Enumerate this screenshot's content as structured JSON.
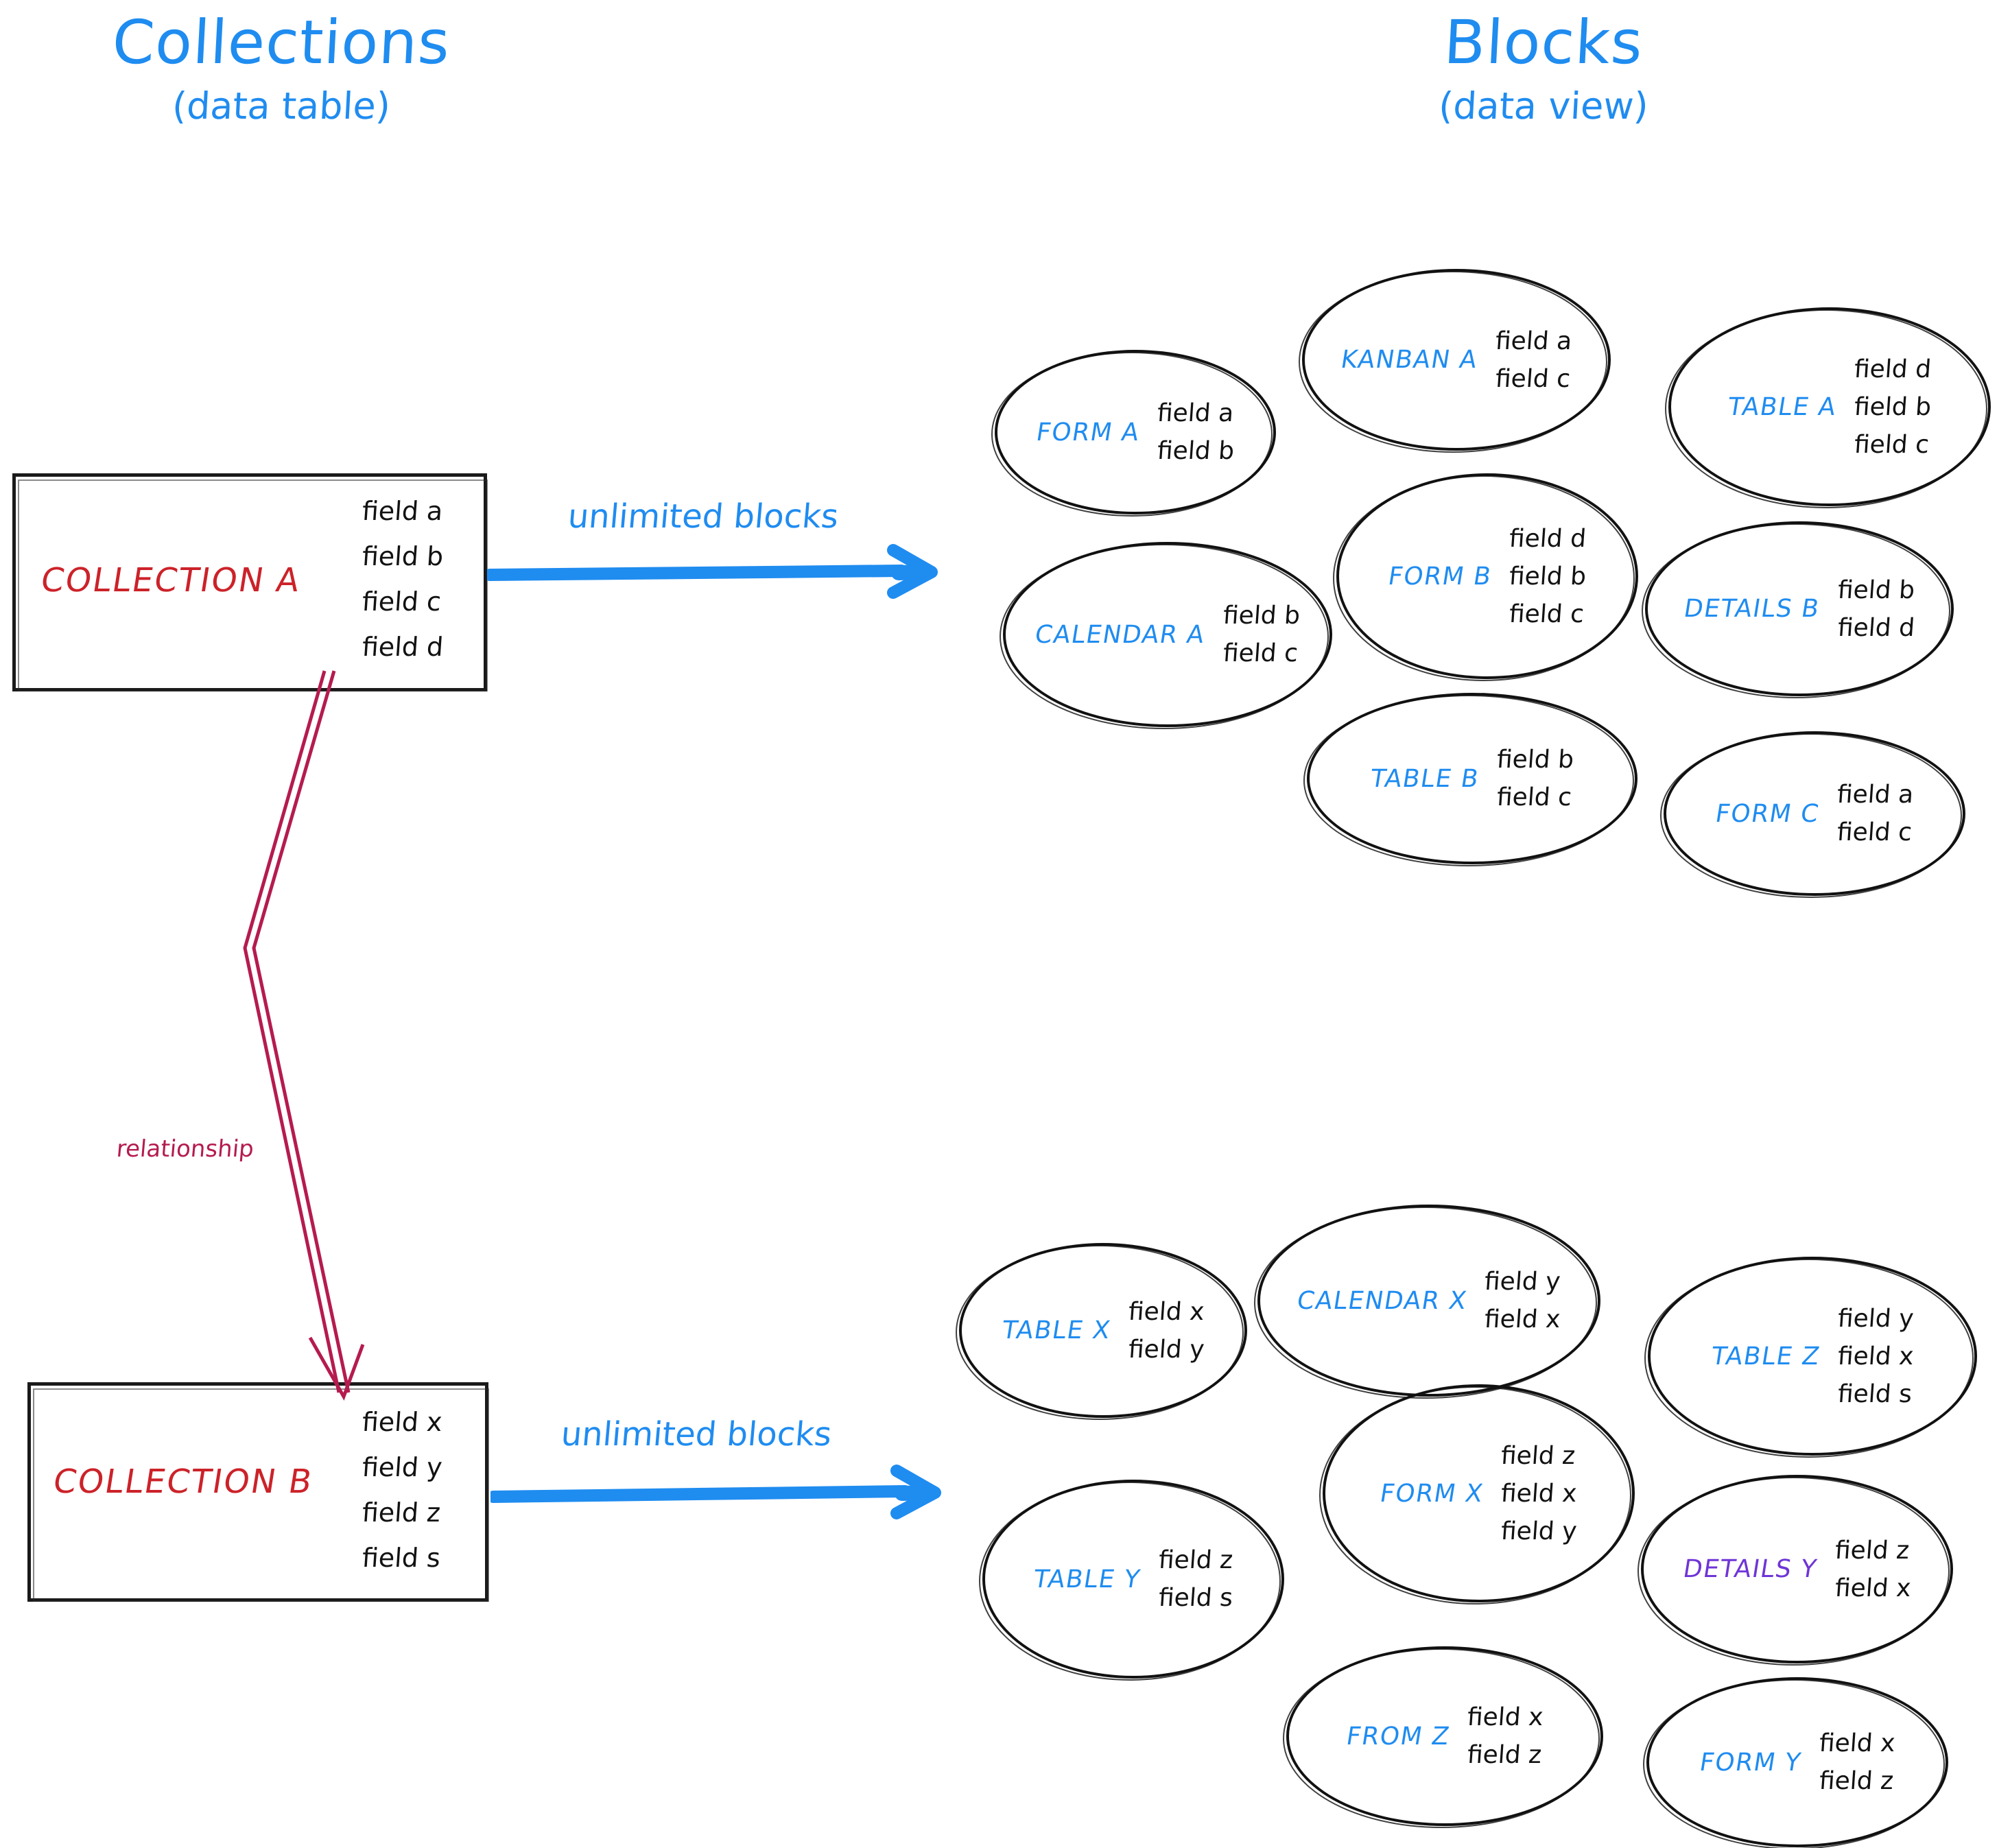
{
  "headings": {
    "left": {
      "main": "Collections",
      "sub": "(data table)"
    },
    "right": {
      "main": "Blocks",
      "sub": "(data view)"
    }
  },
  "colors": {
    "accent_blue": "#1f8cf0",
    "collection_red": "#cc2229",
    "relationship_crimson": "#b51b4f",
    "details_purple": "#6f35d6",
    "stroke_black": "#111111",
    "background": "#ffffff"
  },
  "collections": [
    {
      "id": "collection-a",
      "name": "COLLECTION A",
      "fields": [
        "field a",
        "field b",
        "field c",
        "field d"
      ]
    },
    {
      "id": "collection-b",
      "name": "COLLECTION B",
      "fields": [
        "field x",
        "field y",
        "field z",
        "field s"
      ]
    }
  ],
  "arrows": [
    {
      "id": "arrow-top",
      "label": "unlimited blocks"
    },
    {
      "id": "arrow-bottom",
      "label": "unlimited blocks"
    }
  ],
  "relationship": {
    "label": "relationship"
  },
  "block_groups": [
    {
      "id": "blocks-a",
      "source": "COLLECTION A",
      "blocks": [
        {
          "name": "FORM A",
          "color": "#1f8cf0",
          "fields": [
            "field a",
            "field b"
          ]
        },
        {
          "name": "KANBAN A",
          "color": "#1f8cf0",
          "fields": [
            "field a",
            "field c"
          ]
        },
        {
          "name": "TABLE A",
          "color": "#1f8cf0",
          "fields": [
            "field d",
            "field b",
            "field c"
          ]
        },
        {
          "name": "CALENDAR A",
          "color": "#1f8cf0",
          "fields": [
            "field b",
            "field c"
          ]
        },
        {
          "name": "FORM B",
          "color": "#1f8cf0",
          "fields": [
            "field d",
            "field b",
            "field c"
          ]
        },
        {
          "name": "DETAILS B",
          "color": "#1f8cf0",
          "fields": [
            "field b",
            "field d"
          ]
        },
        {
          "name": "TABLE B",
          "color": "#1f8cf0",
          "fields": [
            "field b",
            "field c"
          ]
        },
        {
          "name": "FORM C",
          "color": "#1f8cf0",
          "fields": [
            "field a",
            "field c"
          ]
        }
      ]
    },
    {
      "id": "blocks-b",
      "source": "COLLECTION B",
      "blocks": [
        {
          "name": "TABLE X",
          "color": "#1f8cf0",
          "fields": [
            "field x",
            "field y"
          ]
        },
        {
          "name": "CALENDAR X",
          "color": "#1f8cf0",
          "fields": [
            "field y",
            "field x"
          ]
        },
        {
          "name": "TABLE Z",
          "color": "#1f8cf0",
          "fields": [
            "field y",
            "field x",
            "field s"
          ]
        },
        {
          "name": "TABLE Y",
          "color": "#1f8cf0",
          "fields": [
            "field z",
            "field s"
          ]
        },
        {
          "name": "FORM X",
          "color": "#1f8cf0",
          "fields": [
            "field z",
            "field x",
            "field y"
          ]
        },
        {
          "name": "DETAILS Y",
          "color": "#6f35d6",
          "fields": [
            "field z",
            "field x"
          ]
        },
        {
          "name": "FROM Z",
          "color": "#1f8cf0",
          "fields": [
            "field x",
            "field z"
          ]
        },
        {
          "name": "FORM Y",
          "color": "#1f8cf0",
          "fields": [
            "field x",
            "field z"
          ]
        }
      ]
    }
  ]
}
